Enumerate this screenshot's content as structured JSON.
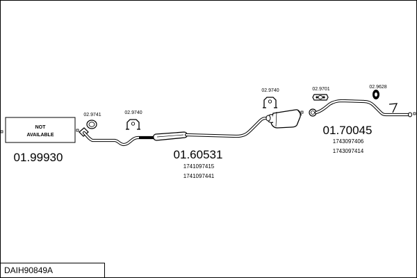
{
  "diagram": {
    "not_available_box": {
      "line1": "NOT",
      "line2": "AVAILABLE"
    },
    "sections": [
      {
        "number": "01.99930"
      },
      {
        "number": "01.60531",
        "refs": [
          "1741097415",
          "1741097441"
        ]
      },
      {
        "number": "01.70045",
        "refs": [
          "1743097406",
          "1743097414"
        ]
      }
    ],
    "parts": [
      {
        "code": "02.9741",
        "icon": "gasket-ring-icon"
      },
      {
        "code": "02.9740",
        "icon": "hanger-bracket-icon"
      },
      {
        "code": "02.9740",
        "icon": "hanger-bracket-icon"
      },
      {
        "code": "02.9701",
        "icon": "flange-gasket-icon"
      },
      {
        "code": "02.9628",
        "icon": "rubber-mount-icon"
      }
    ],
    "footer_code": "DAIH90849A"
  }
}
